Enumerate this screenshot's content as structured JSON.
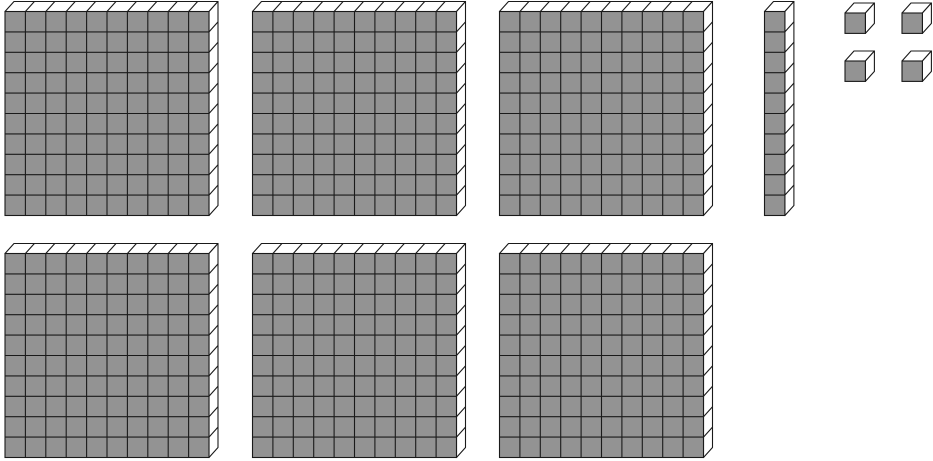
{
  "colors": {
    "face": "#939393",
    "side": "#ffffff",
    "edge": "#1a1a1a",
    "background": "#ffffff"
  },
  "base_ten_blocks": {
    "hundreds_flats": 6,
    "tens_rods": 1,
    "ones_units": 4
  }
}
